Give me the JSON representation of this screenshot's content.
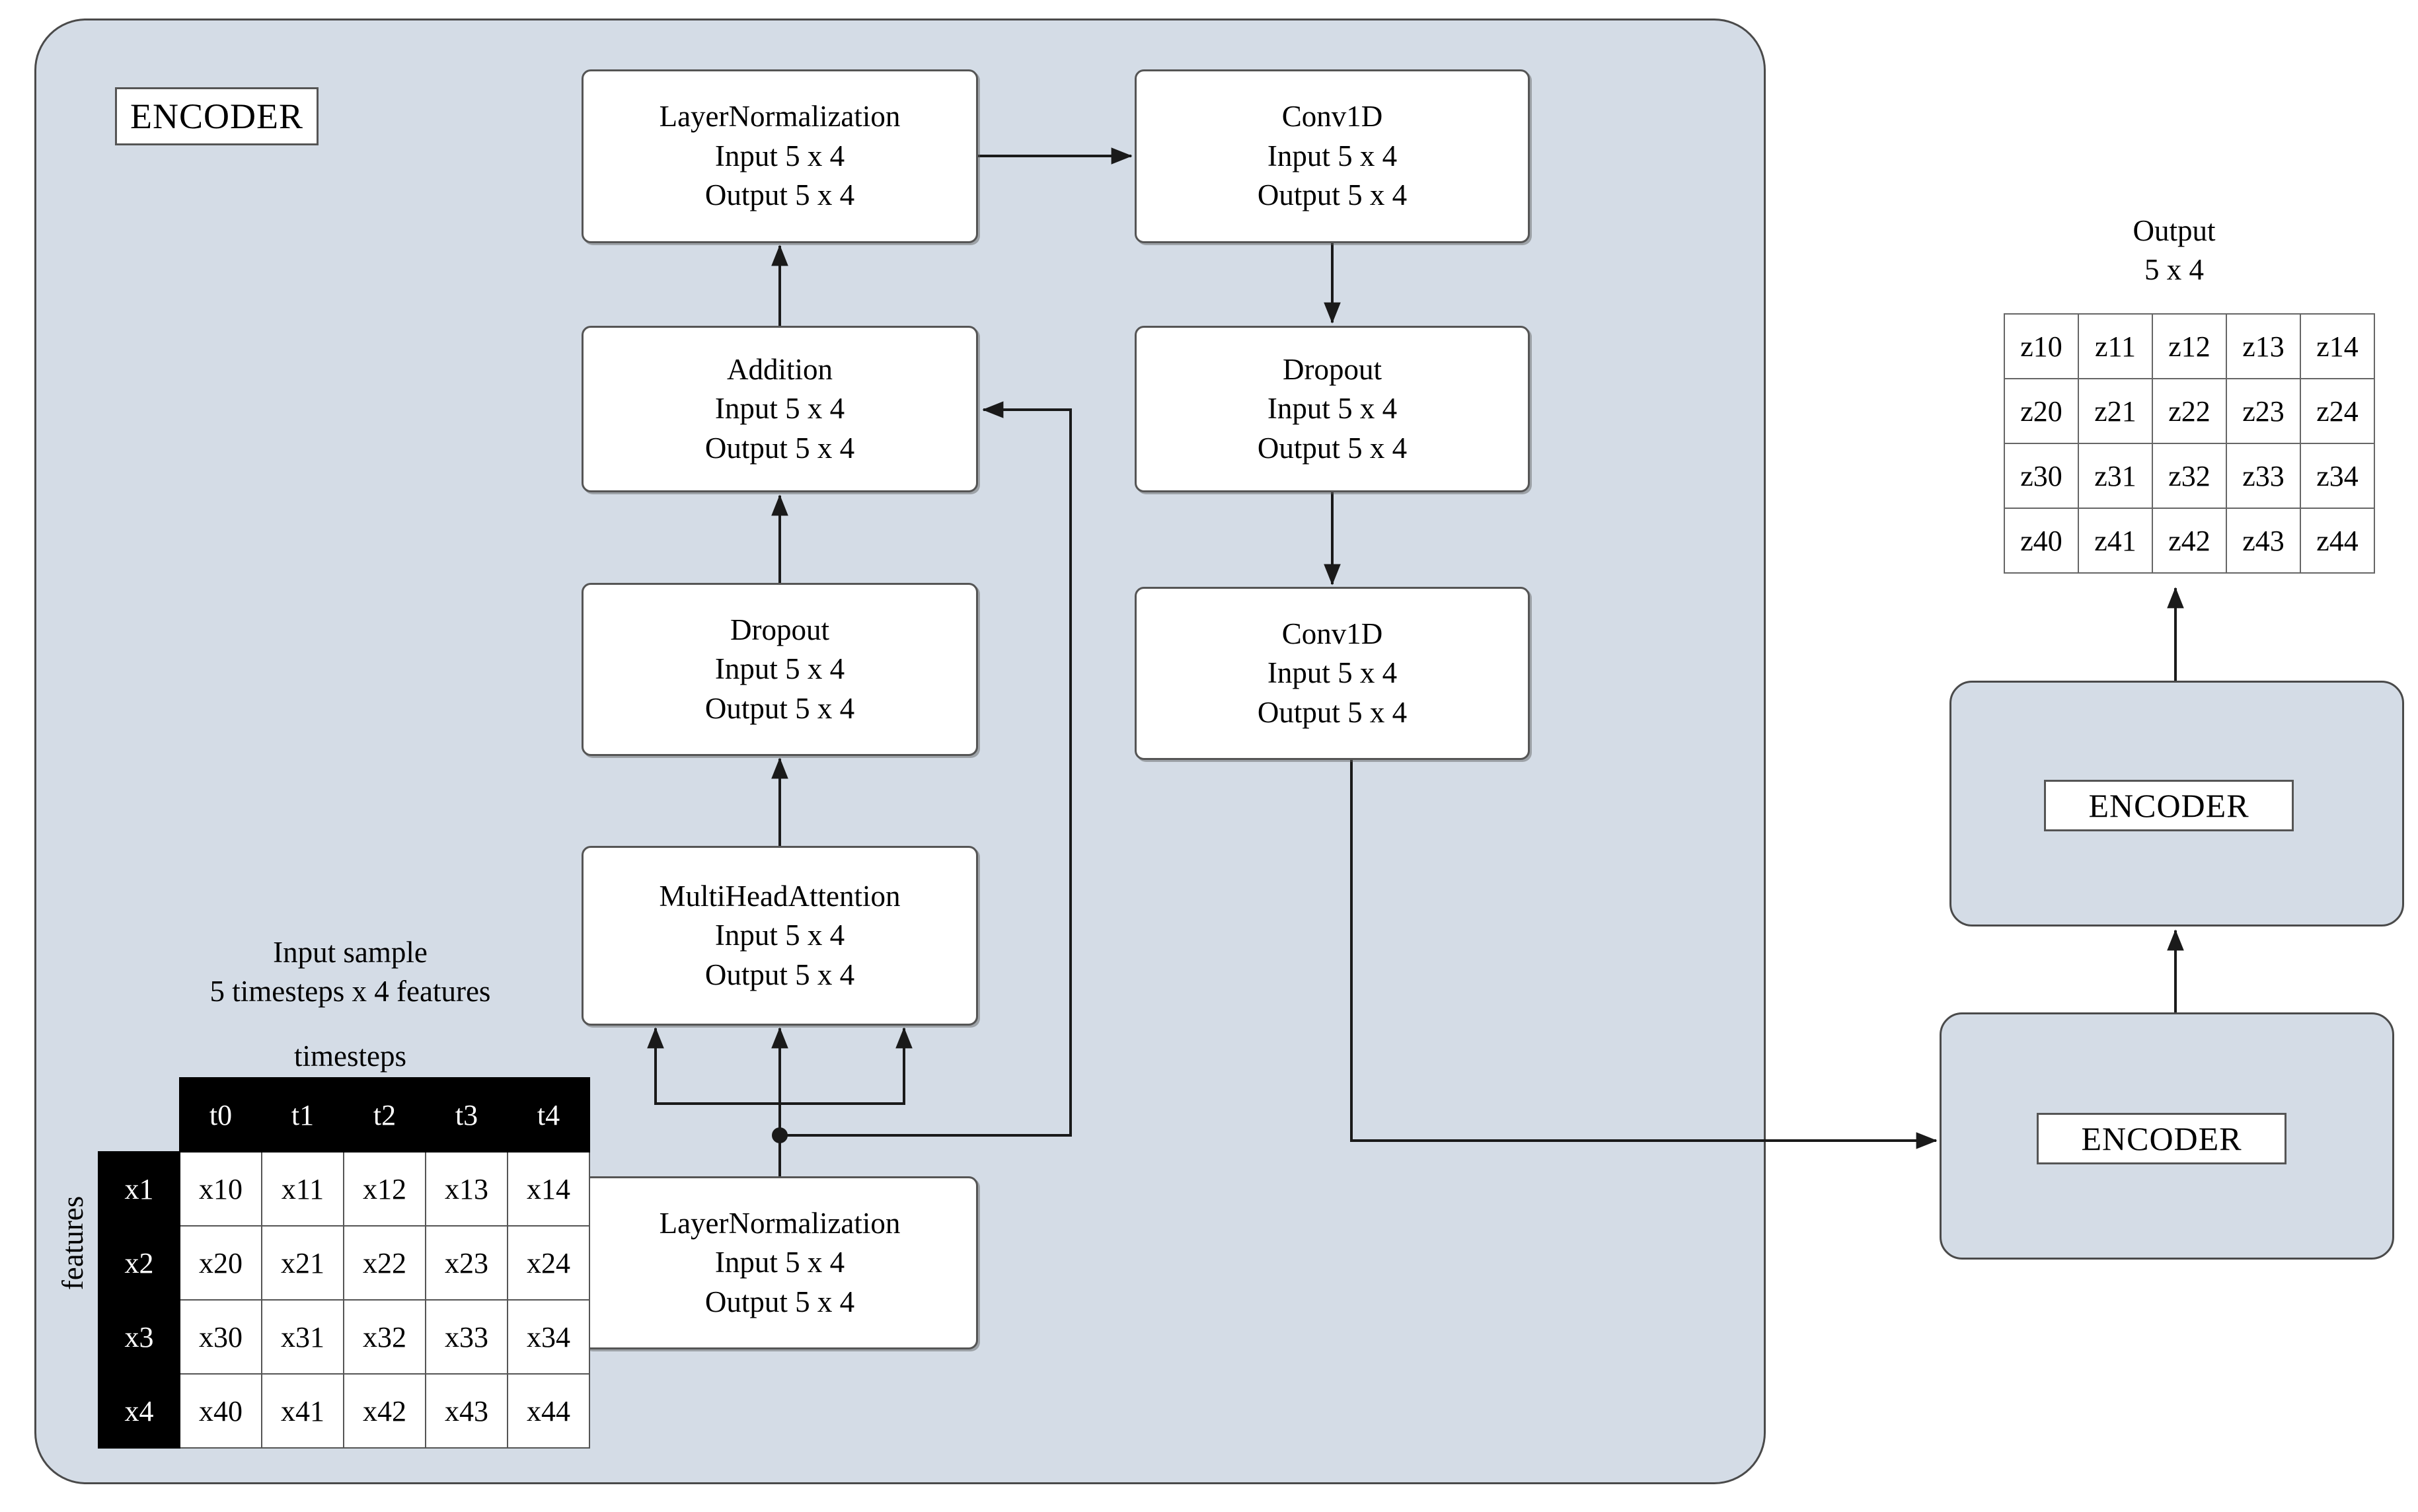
{
  "diagram": {
    "title": "Transformer Encoder block diagram",
    "accent_panel_color": "#d4dce6",
    "box_fill_color": "#ffffff",
    "stroke_color": "#555555",
    "header_fill_color": "#000000"
  },
  "encoder_main": {
    "tag_label": "ENCODER"
  },
  "encoder_stack": {
    "top_tag_label": "ENCODER",
    "bottom_tag_label": "ENCODER"
  },
  "layers": {
    "layernorm_top": {
      "title": "LayerNormalization",
      "input": "Input 5 x 4",
      "output": "Output 5 x 4"
    },
    "conv1d_top": {
      "title": "Conv1D",
      "input": "Input 5 x 4",
      "output": "Output 5 x 4"
    },
    "addition": {
      "title": "Addition",
      "input": "Input 5 x 4",
      "output": "Output 5 x 4"
    },
    "dropout_right": {
      "title": "Dropout",
      "input": "Input 5 x 4",
      "output": "Output 5 x 4"
    },
    "dropout_left": {
      "title": "Dropout",
      "input": "Input 5 x 4",
      "output": "Output 5 x 4"
    },
    "conv1d_bottom": {
      "title": "Conv1D",
      "input": "Input 5 x 4",
      "output": "Output 5 x 4"
    },
    "multihead": {
      "title": "MultiHeadAttention",
      "input": "Input 5 x 4",
      "output": "Output 5 x 4"
    },
    "layernorm_bottom": {
      "title": "LayerNormalization",
      "input": "Input 5 x 4",
      "output": "Output 5 x 4"
    }
  },
  "input_sample": {
    "caption_line1": "Input sample",
    "caption_line2": "5 timesteps x 4 features",
    "col_axis_label": "timesteps",
    "row_axis_label": "features",
    "col_headers": [
      "t0",
      "t1",
      "t2",
      "t3",
      "t4"
    ],
    "row_headers": [
      "x1",
      "x2",
      "x3",
      "x4"
    ],
    "rows": [
      [
        "x10",
        "x11",
        "x12",
        "x13",
        "x14"
      ],
      [
        "x20",
        "x21",
        "x22",
        "x23",
        "x24"
      ],
      [
        "x30",
        "x31",
        "x32",
        "x33",
        "x34"
      ],
      [
        "x40",
        "x41",
        "x42",
        "x43",
        "x44"
      ]
    ]
  },
  "output_sample": {
    "caption_line1": "Output",
    "caption_line2": "5 x 4",
    "rows": [
      [
        "z10",
        "z11",
        "z12",
        "z13",
        "z14"
      ],
      [
        "z20",
        "z21",
        "z22",
        "z23",
        "z24"
      ],
      [
        "z30",
        "z31",
        "z32",
        "z33",
        "z34"
      ],
      [
        "z40",
        "z41",
        "z42",
        "z43",
        "z44"
      ]
    ]
  }
}
